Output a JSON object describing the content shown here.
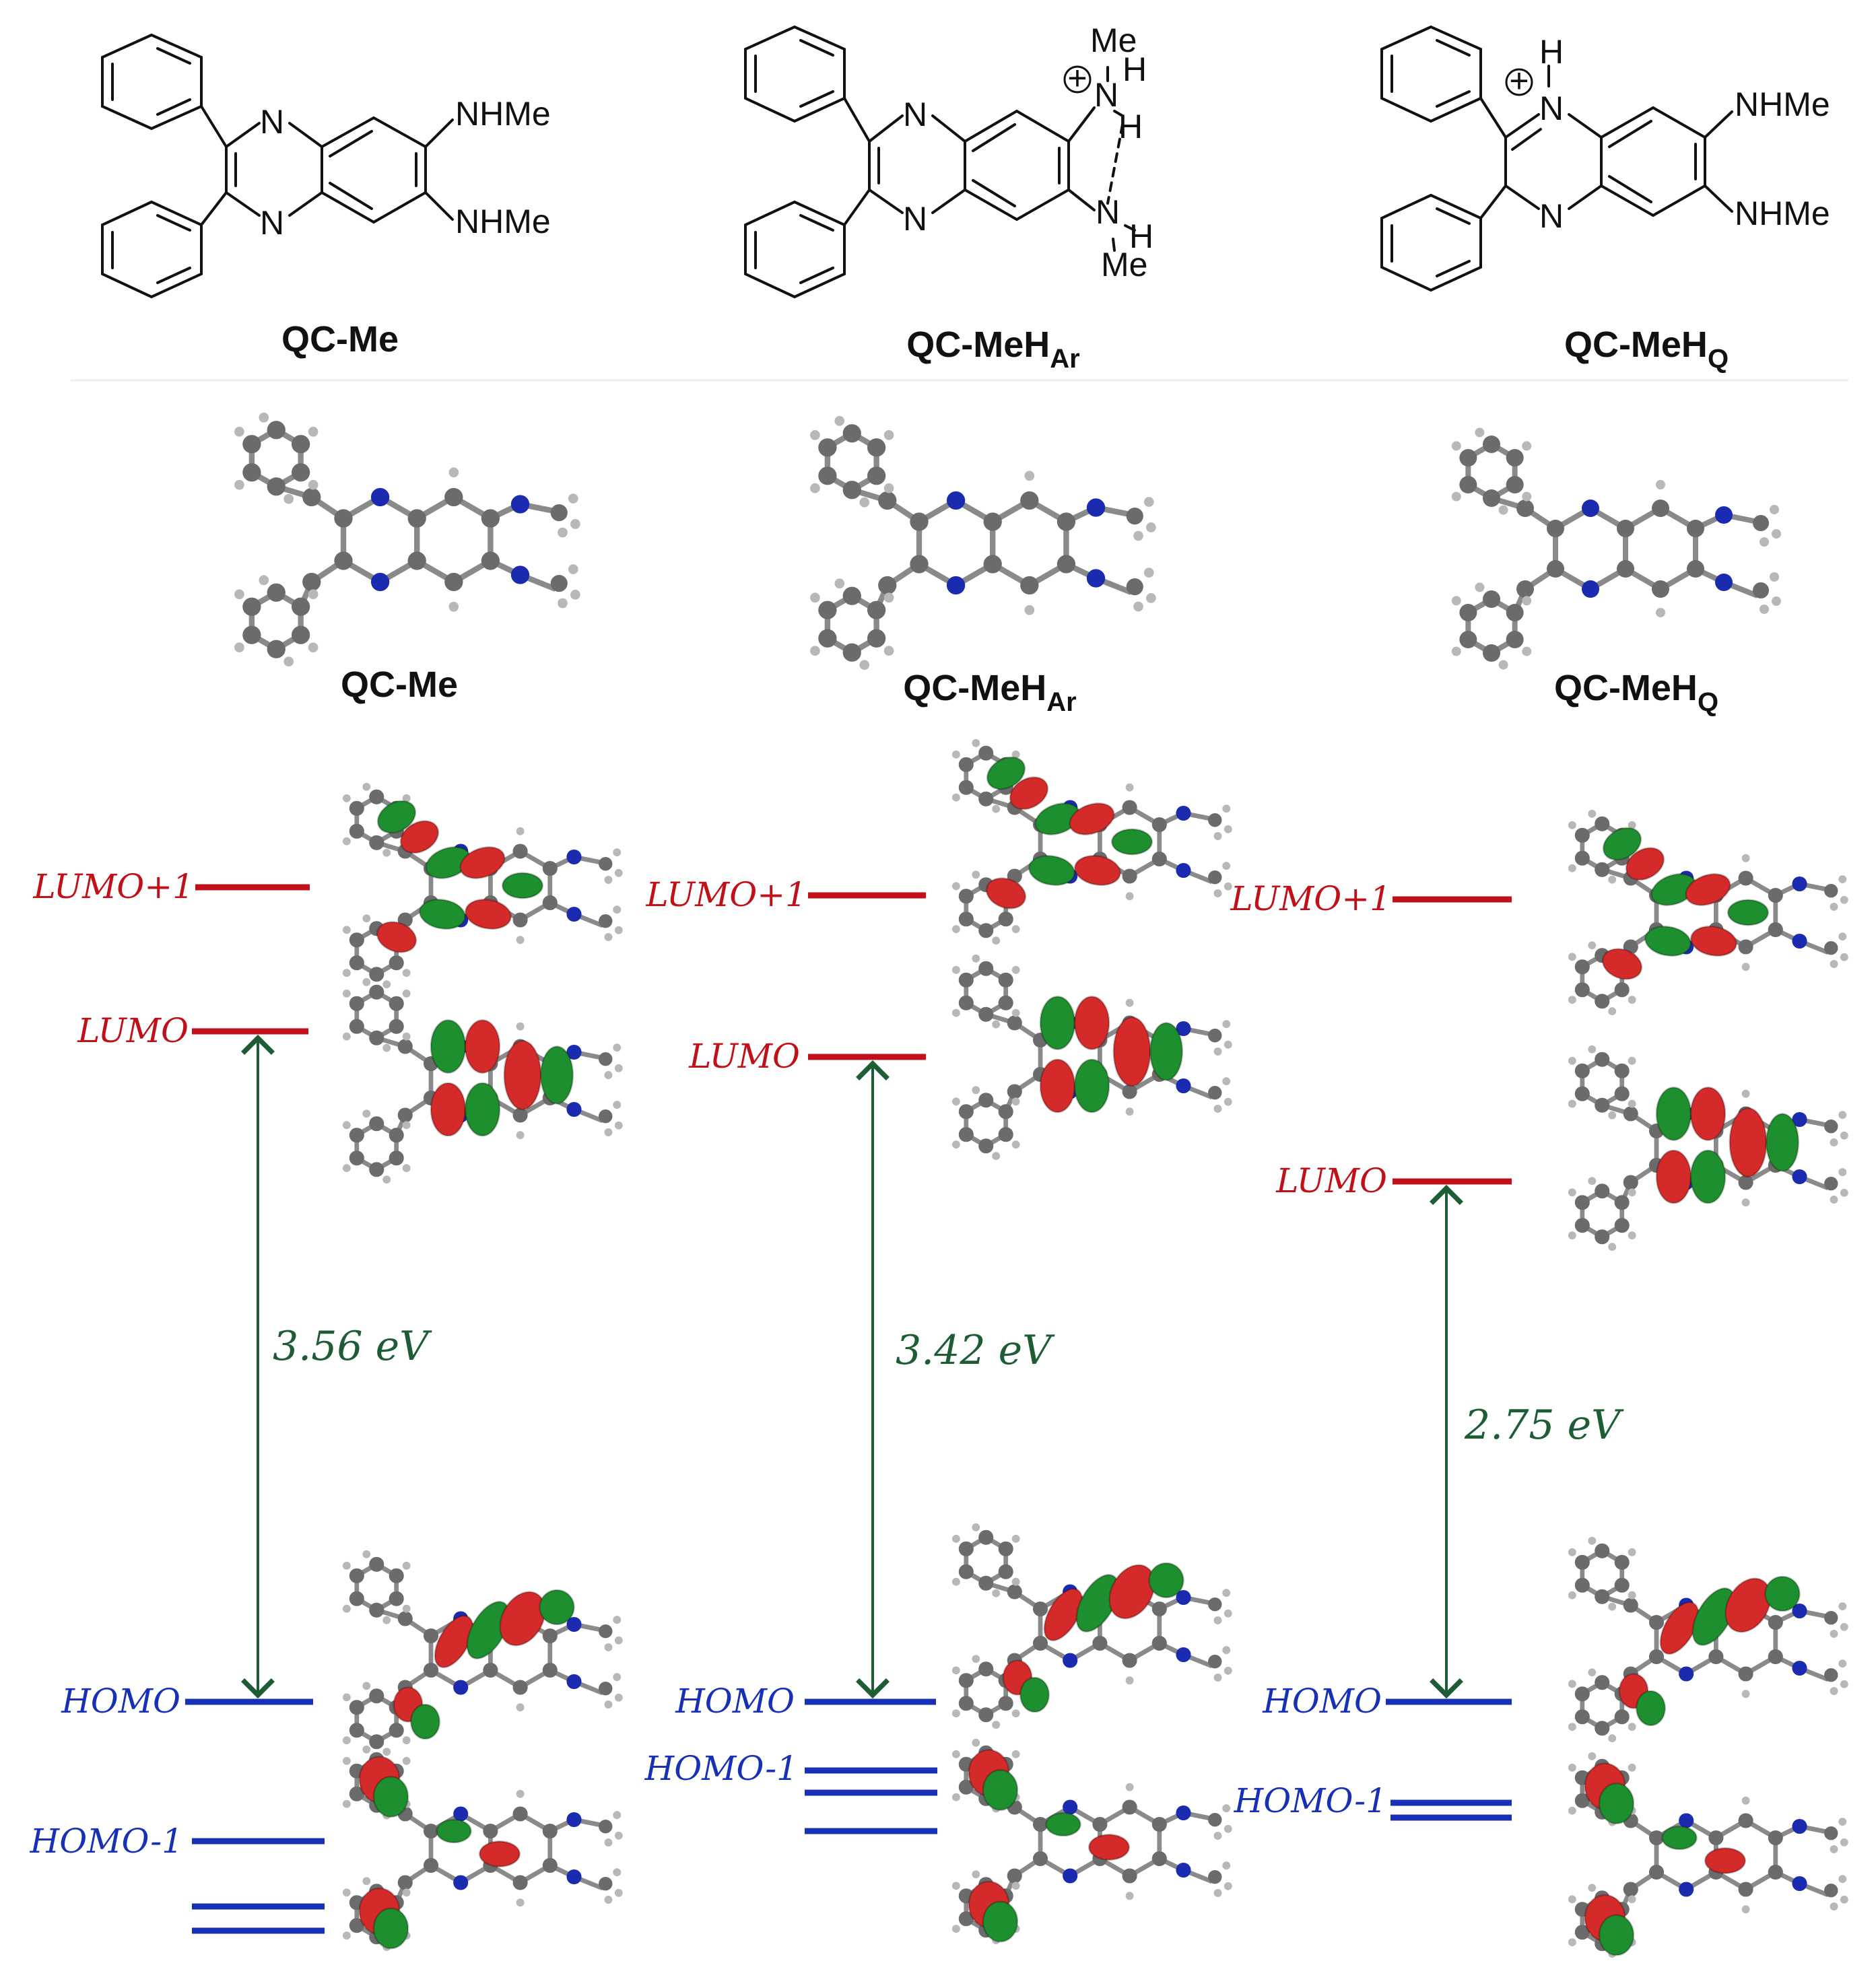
{
  "colors": {
    "lumo": "#c0111a",
    "homo": "#1730b5",
    "gap": "#1e5c36",
    "lobe_red": "#d52a2a",
    "lobe_green": "#1e8f2e",
    "atom_c": "#6b6b6b",
    "atom_n": "#1b2bb0",
    "atom_h": "#b8b8b8"
  },
  "structures": [
    {
      "name": "QC-Me",
      "name_main": "QC-Me",
      "name_sub": "",
      "sub1": "NHMe",
      "sub2": "NHMe",
      "n_top": "N",
      "n_bottom": "N"
    },
    {
      "name": "QC-MeHAr",
      "name_main": "QC-MeH",
      "name_sub": "Ar",
      "me_top": "Me",
      "n_top_amine": "N",
      "h_top1": "H",
      "h_top2": "H",
      "n_bot_amine": "N",
      "h_bot": "H",
      "me_bot": "Me",
      "charge": "+",
      "n_top": "N",
      "n_bottom": "N"
    },
    {
      "name": "QC-MeHQ",
      "name_main": "QC-MeH",
      "name_sub": "Q",
      "h_n": "H",
      "charge": "+",
      "sub1": "NHMe",
      "sub2": "NHMe",
      "n_top": "N",
      "n_bottom": "N"
    }
  ],
  "models": [
    {
      "name_main": "QC-Me",
      "name_sub": ""
    },
    {
      "name_main": "QC-MeH",
      "name_sub": "Ar"
    },
    {
      "name_main": "QC-MeH",
      "name_sub": "Q"
    }
  ],
  "diagrams": [
    {
      "lumo1": "LUMO+1",
      "lumo": "LUMO",
      "homo": "HOMO",
      "homo1": "HOMO-1",
      "gap": "3.56 eV"
    },
    {
      "lumo1": "LUMO+1",
      "lumo": "LUMO",
      "homo": "HOMO",
      "homo1": "HOMO-1",
      "gap": "3.42 eV"
    },
    {
      "lumo1": "LUMO+1",
      "lumo": "LUMO",
      "homo": "HOMO",
      "homo1": "HOMO-1",
      "gap": "2.75 eV"
    }
  ]
}
